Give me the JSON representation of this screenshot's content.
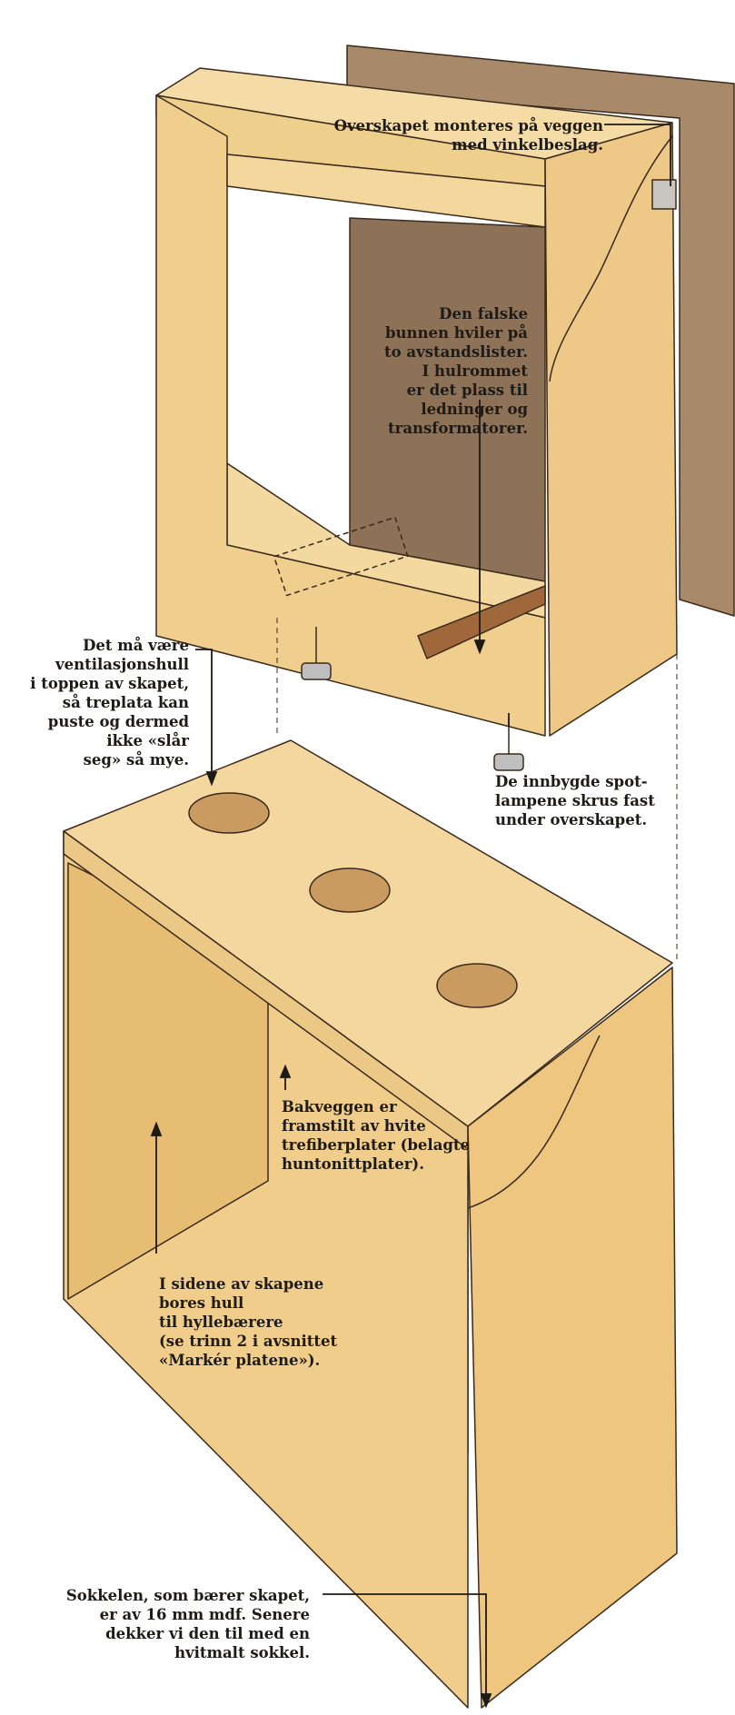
{
  "colors": {
    "wood": "#f0cf8e",
    "wood_light": "#f7e2b0",
    "wood_shadow": "#d9aa62",
    "wall": "#a8896a",
    "wall_dark": "#8c6e52",
    "outline": "#3a2a1c",
    "text": "#1e1a16"
  },
  "annotations": {
    "wall_mount": "Overskapet monteres på veggen\nmed vinkelbeslag.",
    "false_bottom": "Den falske\nbunnen hviler på\nto avstandslister.\nI hulrommet\ner det plass til\nledninger og\ntransformatorer.",
    "ventilation": "Det må være\nventilasjonshull\ni toppen av skapet,\nså treplata kan\npuste og dermed\nikke «slår\nseg» så mye.",
    "spotlights": "De innbygde spot-\nlampene skrus fast\nunder overskapet.",
    "back_wall": "Bakveggen er\nframstilt av hvite\ntrefiberplater (belagte\nhuntonittplater).",
    "shelf_holes": "I sidene av skapene\nbores hull\ntil hyllebærere\n(se trinn 2 i avsnittet\n«Markér platene»).",
    "plinth": "Sokkelen, som bærer skapet,\ner av 16 mm mdf. Senere\ndekker vi den til med en\nhvitmalt sokkel."
  }
}
